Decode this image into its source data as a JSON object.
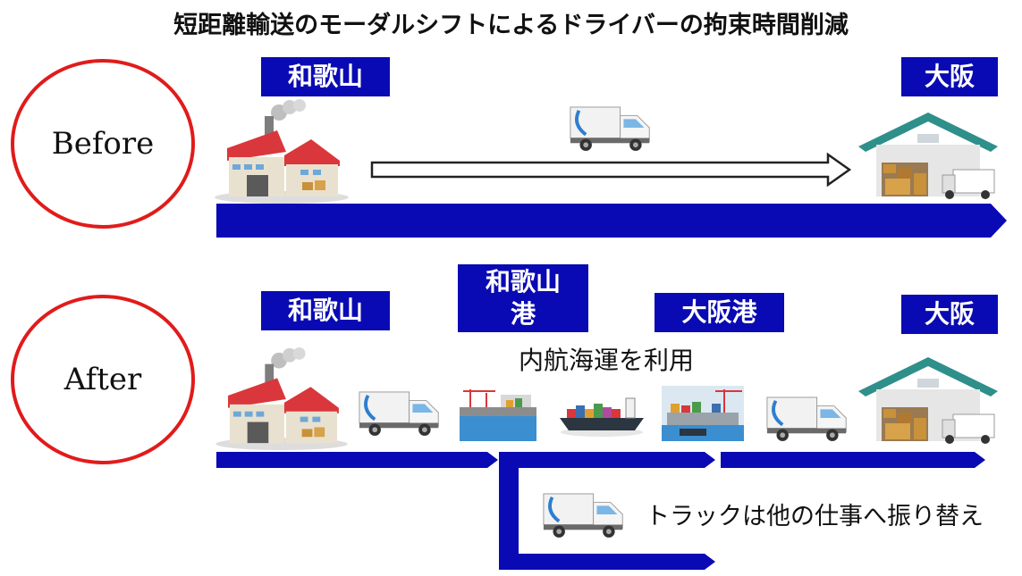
{
  "title": "短距離輸送のモーダルシフトによるドライバーの拘束時間削減",
  "before": {
    "phase_label": "Before",
    "origin_label": "和歌山",
    "destination_label": "大阪"
  },
  "after": {
    "phase_label": "After",
    "origin_label": "和歌山",
    "port_origin_label": "和歌山\n港",
    "port_dest_label": "大阪港",
    "destination_label": "大阪",
    "sea_note": "内航海運を利用",
    "truck_note": "トラックは他の仕事へ振り替え"
  },
  "colors": {
    "accent_blue": "#0a0ab4",
    "circle_red": "#e11b1b",
    "roof_red": "#d9373b",
    "warehouse_teal": "#2f8f8a"
  }
}
